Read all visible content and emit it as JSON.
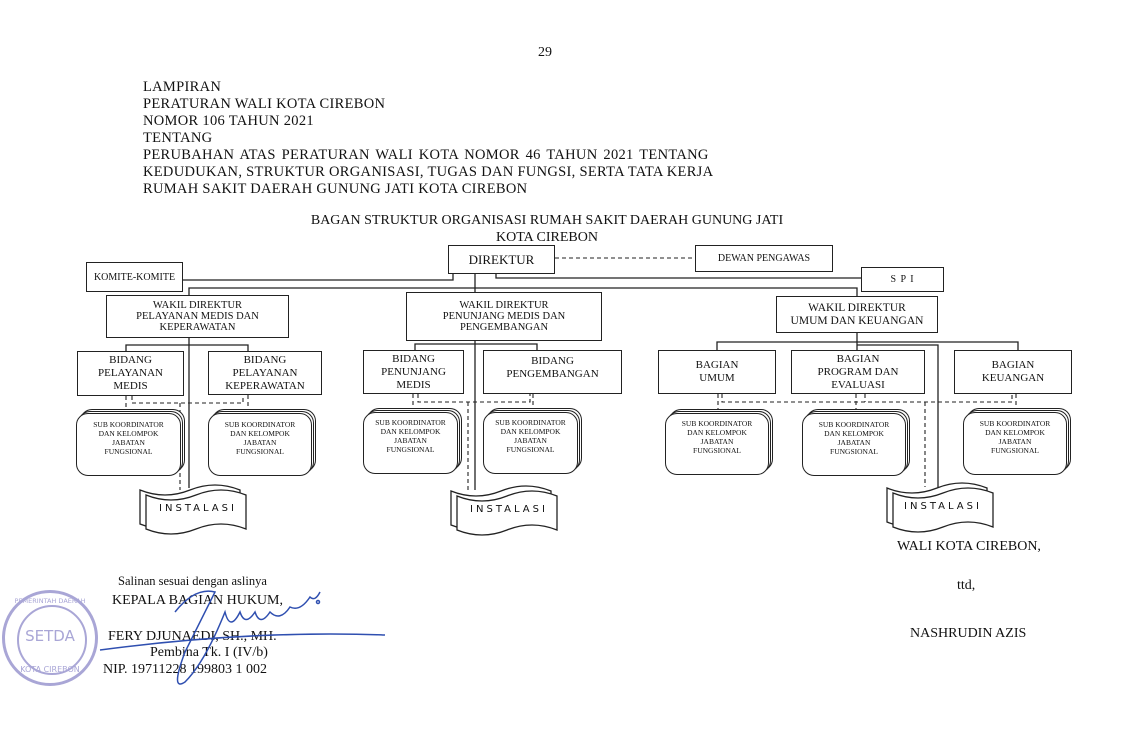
{
  "page_number": "29",
  "header": {
    "lines": [
      "LAMPIRAN",
      "PERATURAN WALI KOTA CIREBON",
      "NOMOR 106  TAHUN 2021",
      "TENTANG",
      "PERUBAHAN ATAS PERATURAN WALI KOTA NOMOR 46 TAHUN 2021 TENTANG",
      "KEDUDUKAN, STRUKTUR ORGANISASI, TUGAS DAN FUNGSI, SERTA TATA KERJA",
      "RUMAH SAKIT DAERAH GUNUNG JATI KOTA CIREBON"
    ]
  },
  "chart_title": [
    "BAGAN STRUKTUR ORGANISASI RUMAH SAKIT DAERAH GUNUNG JATI",
    "KOTA CIREBON"
  ],
  "org": {
    "direktur": "DIREKTUR",
    "dewan_pengawas": "DEWAN PENGAWAS",
    "komite": "KOMITE-KOMITE",
    "spi": "S P I",
    "wakil1": "WAKIL DIREKTUR\nPELAYANAN MEDIS DAN\nKEPERAWATAN",
    "wakil2": "WAKIL DIREKTUR\nPENUNJANG MEDIS DAN\nPENGEMBANGAN",
    "wakil3": "WAKIL DIREKTUR\nUMUM DAN KEUANGAN",
    "bidang_pelayanan_medis": "BIDANG\nPELAYANAN\nMEDIS",
    "bidang_pelayanan_keperawatan": "BIDANG\nPELAYANAN\nKEPERAWATAN",
    "bidang_penunjang_medis": "BIDANG\nPENUNJANG\nMEDIS",
    "bidang_pengembangan": "BIDANG\nPENGEMBANGAN",
    "bagian_umum": "BAGIAN\nUMUM",
    "bagian_program": "BAGIAN\nPROGRAM DAN\nEVALUASI",
    "bagian_keuangan": "BAGIAN\nKEUANGAN",
    "sub_koordinator": "SUB KOORDINATOR\nDAN KELOMPOK\nJABATAN\nFUNGSIONAL",
    "instalasi": "INSTALASI"
  },
  "signature_right": {
    "title": "WALI KOTA CIREBON,",
    "ttd": "ttd,",
    "name": "NASHRUDIN AZIS"
  },
  "signature_left": {
    "note": "Salinan sesuai dengan aslinya",
    "title": "KEPALA BAGIAN HUKUM,",
    "name": "FERY DJUNAEDI, SH., MH.",
    "rank": "Pembina Tk. I (IV/b)",
    "nip": "NIP. 19711228 199803 1 002"
  },
  "stamp": {
    "top": "PEMERINTAH DAERAH",
    "center": "SETDA",
    "bottom": "KOTA CIREBON"
  },
  "colors": {
    "stamp": "#a9a6d6",
    "signature_ink": "#2f4fb0"
  }
}
